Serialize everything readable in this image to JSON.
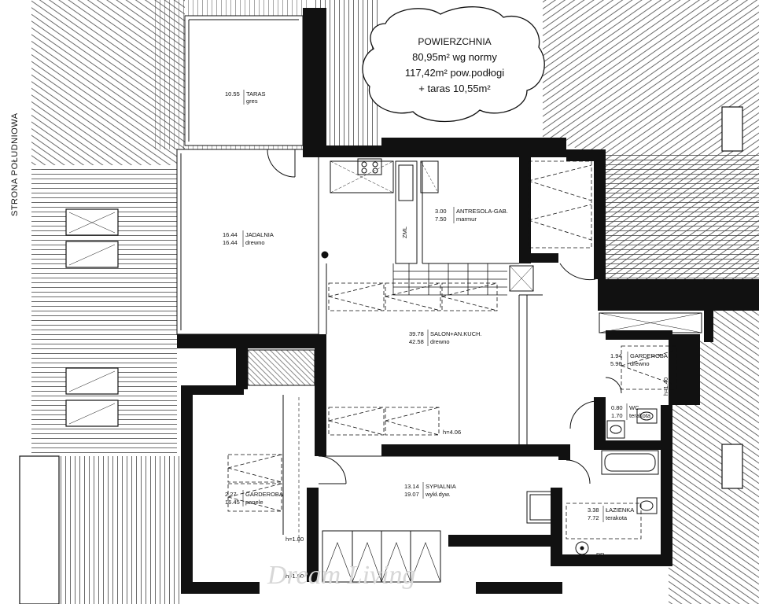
{
  "summary": {
    "title": "POWIERZCHNIA",
    "line1": "80,95m² wg normy",
    "line2": "117,42m² pow.podłogi",
    "line3": "+ taras 10,55m²"
  },
  "side_label": "STRONA POŁUDNIOWA",
  "rooms": {
    "taras": {
      "a": "10.55",
      "name": "TARAS",
      "b": "",
      "material": "gres"
    },
    "jadalnia": {
      "a": "16.44",
      "name": "JADALNIA",
      "b": "16.44",
      "material": "drewno"
    },
    "antresola": {
      "a": "3.00",
      "name": "ANTRESOLA-GAB.",
      "b": "7.50",
      "material": "marmur"
    },
    "salon": {
      "a": "39.78",
      "name": "SALON+AN.KUCH.",
      "b": "42.58",
      "material": "drewno"
    },
    "garderoba_right": {
      "a": "1.94",
      "name": "GARDEROBA",
      "b": "5.96",
      "material": "drewno"
    },
    "wc": {
      "a": "0.80",
      "name": "WC",
      "b": "1.70",
      "material": "terakota"
    },
    "garderoba_left": {
      "a": "2.27",
      "name": "GARDEROBA",
      "b": "16.45",
      "material": "panele"
    },
    "sypialnia": {
      "a": "13.14",
      "name": "SYPIALNIA",
      "b": "19.07",
      "material": "wykł.dyw."
    },
    "lazienka": {
      "a": "3.38",
      "name": "ŁAZIENKA",
      "b": "7.72",
      "material": "terakota"
    }
  },
  "notes": {
    "h_salon": "h=4.06",
    "h_left_1": "h=1.80",
    "h_left_2": "h=1.00",
    "h_right": "h=1.40",
    "zml": "ZML",
    "pr": "PR."
  },
  "watermark": "Dream Living"
}
